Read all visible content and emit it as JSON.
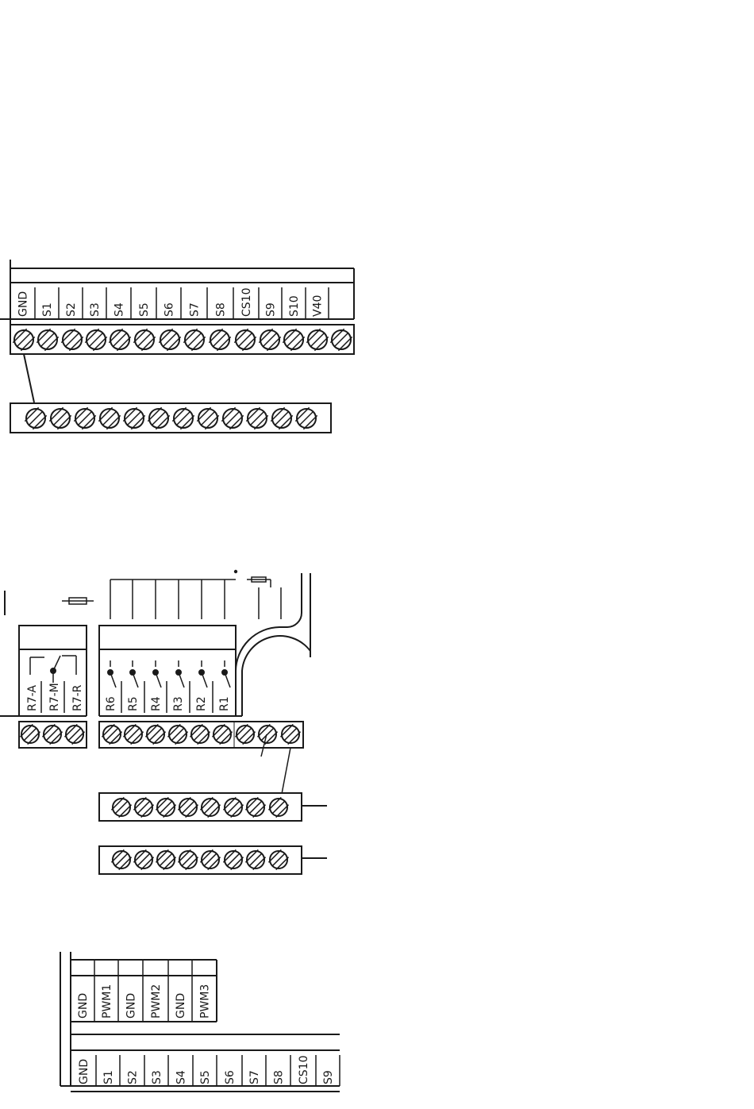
{
  "sensor_block": {
    "labels": [
      "GND",
      "S1",
      "S2",
      "S3",
      "S4",
      "S5",
      "S6",
      "S7",
      "S8",
      "CS10",
      "S9",
      "S10",
      "V40"
    ]
  },
  "relay_block": {
    "r7_labels": [
      "R7-A",
      "R7-M",
      "R7-R"
    ],
    "relay_labels": [
      "R6",
      "R5",
      "R4",
      "R3",
      "R2",
      "R1"
    ]
  },
  "pwm_block": {
    "pwm_labels": [
      "GND",
      "PWM1",
      "GND",
      "PWM2",
      "GND",
      "PWM3"
    ],
    "sensor_labels": [
      "GND",
      "S1",
      "S2",
      "S3",
      "S4",
      "S5",
      "S6",
      "S7",
      "S8",
      "CS10",
      "S9"
    ]
  },
  "colors": {
    "line": "#1a1a1a",
    "background": "#ffffff"
  }
}
